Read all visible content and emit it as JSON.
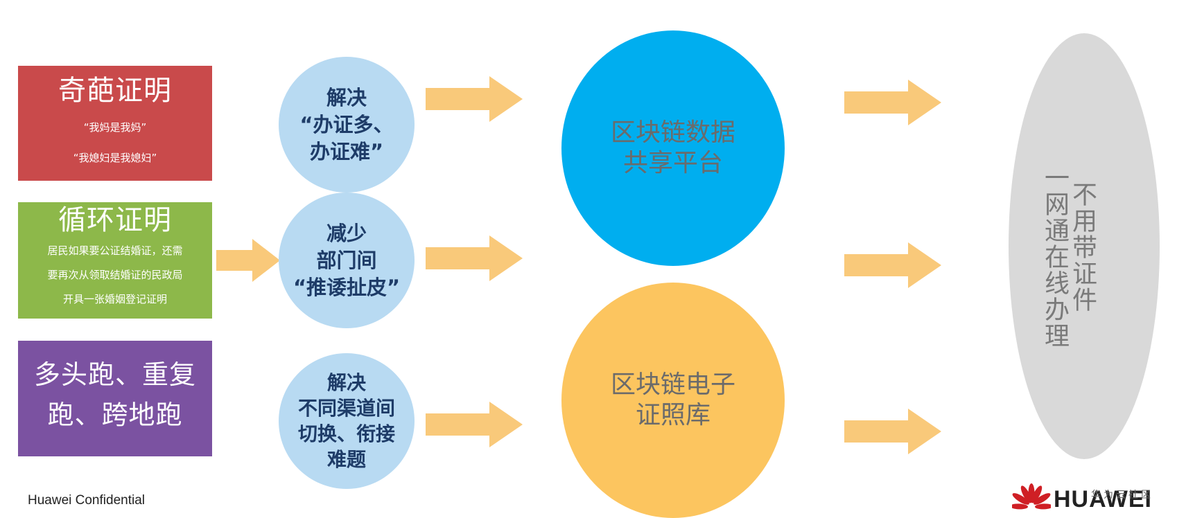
{
  "left_boxes": [
    {
      "title": "奇葩证明",
      "lines": [
        "“我妈是我妈”",
        "“我媳妇是我媳妇”"
      ],
      "color": "#c94a4b"
    },
    {
      "title": "循环证明",
      "lines": [
        "居民如果要公证结婚证，还需",
        "要再次从领取结婚证的民政局",
        "开具一张婚姻登记证明"
      ],
      "color": "#8db84a"
    },
    {
      "title": "多头跑、重复",
      "title2": "跑、跨地跑",
      "color": "#7b52a1"
    }
  ],
  "small_circles": [
    {
      "lines": [
        "解决",
        "“办证多、",
        "办证难”"
      ]
    },
    {
      "lines": [
        "减少",
        "部门间",
        "“推诿扯皮”"
      ]
    },
    {
      "lines": [
        "解决",
        "不同渠道间",
        "切换、衔接",
        "难题"
      ]
    }
  ],
  "big_circles": [
    {
      "lines": [
        "区块链数据",
        "共享平台"
      ],
      "color": "#00aeef"
    },
    {
      "lines": [
        "区块链电子",
        "证照库"
      ],
      "color": "#fcc55f"
    }
  ],
  "ellipse": {
    "col1": "不用带证件",
    "col2": "一网通在线办理"
  },
  "arrow_color": "#f9c97a",
  "footer": {
    "confidential": "Huawei Confidential",
    "brand": "HUAWEI",
    "community": "华为云社区"
  }
}
